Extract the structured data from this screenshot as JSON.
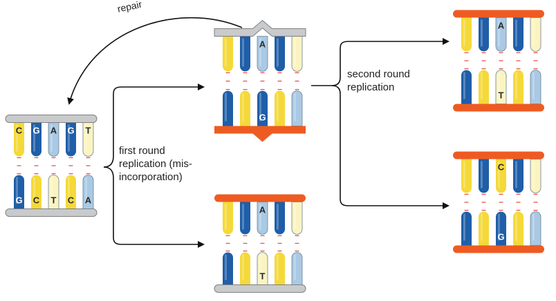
{
  "labels": {
    "repair": "repair",
    "first_round": "first round\nreplication (mis-\nincorporation)",
    "second_round": "second round\nreplication"
  },
  "colors": {
    "yellow": "#f4d938",
    "blue": "#1f5ea8",
    "light_blue": "#a9c9e4",
    "cream": "#fbf4c1",
    "gray_rail": "#c9cacc",
    "orange_rail": "#ee5b22",
    "hbond": "#e45353"
  },
  "duplexes": [
    {
      "id": "original",
      "top_rail": "gray",
      "bottom_rail": "gray",
      "top_strand": [
        {
          "color": "yellow",
          "letter": "C"
        },
        {
          "color": "blue",
          "letter": "G"
        },
        {
          "color": "light_blue",
          "letter": "A"
        },
        {
          "color": "blue",
          "letter": "G"
        },
        {
          "color": "cream",
          "letter": "T"
        }
      ],
      "bottom_strand": [
        {
          "color": "blue",
          "letter": "G"
        },
        {
          "color": "yellow",
          "letter": "C"
        },
        {
          "color": "cream",
          "letter": "T"
        },
        {
          "color": "yellow",
          "letter": "C"
        },
        {
          "color": "light_blue",
          "letter": "A"
        }
      ]
    },
    {
      "id": "mismatch",
      "top_rail": "gray",
      "bottom_rail": "orange",
      "top_strand": [
        {
          "color": "yellow",
          "letter": ""
        },
        {
          "color": "blue",
          "letter": ""
        },
        {
          "color": "light_blue",
          "letter": "A"
        },
        {
          "color": "blue",
          "letter": ""
        },
        {
          "color": "cream",
          "letter": ""
        }
      ],
      "bottom_strand": [
        {
          "color": "blue",
          "letter": ""
        },
        {
          "color": "yellow",
          "letter": ""
        },
        {
          "color": "blue",
          "letter": "G"
        },
        {
          "color": "yellow",
          "letter": ""
        },
        {
          "color": "light_blue",
          "letter": ""
        }
      ]
    },
    {
      "id": "first-correct",
      "top_rail": "orange",
      "bottom_rail": "gray",
      "top_strand": [
        {
          "color": "yellow",
          "letter": ""
        },
        {
          "color": "blue",
          "letter": ""
        },
        {
          "color": "light_blue",
          "letter": "A"
        },
        {
          "color": "blue",
          "letter": ""
        },
        {
          "color": "cream",
          "letter": ""
        }
      ],
      "bottom_strand": [
        {
          "color": "blue",
          "letter": ""
        },
        {
          "color": "yellow",
          "letter": ""
        },
        {
          "color": "cream",
          "letter": "T"
        },
        {
          "color": "yellow",
          "letter": ""
        },
        {
          "color": "light_blue",
          "letter": ""
        }
      ]
    },
    {
      "id": "second-at",
      "top_rail": "orange",
      "bottom_rail": "orange",
      "top_strand": [
        {
          "color": "yellow",
          "letter": ""
        },
        {
          "color": "blue",
          "letter": ""
        },
        {
          "color": "light_blue",
          "letter": "A"
        },
        {
          "color": "blue",
          "letter": ""
        },
        {
          "color": "cream",
          "letter": ""
        }
      ],
      "bottom_strand": [
        {
          "color": "blue",
          "letter": ""
        },
        {
          "color": "yellow",
          "letter": ""
        },
        {
          "color": "cream",
          "letter": "T"
        },
        {
          "color": "yellow",
          "letter": ""
        },
        {
          "color": "light_blue",
          "letter": ""
        }
      ]
    },
    {
      "id": "second-gc",
      "top_rail": "orange",
      "bottom_rail": "orange",
      "top_strand": [
        {
          "color": "yellow",
          "letter": ""
        },
        {
          "color": "blue",
          "letter": ""
        },
        {
          "color": "yellow",
          "letter": "C"
        },
        {
          "color": "blue",
          "letter": ""
        },
        {
          "color": "cream",
          "letter": ""
        }
      ],
      "bottom_strand": [
        {
          "color": "blue",
          "letter": ""
        },
        {
          "color": "yellow",
          "letter": ""
        },
        {
          "color": "blue",
          "letter": "G"
        },
        {
          "color": "yellow",
          "letter": ""
        },
        {
          "color": "light_blue",
          "letter": ""
        }
      ]
    }
  ]
}
